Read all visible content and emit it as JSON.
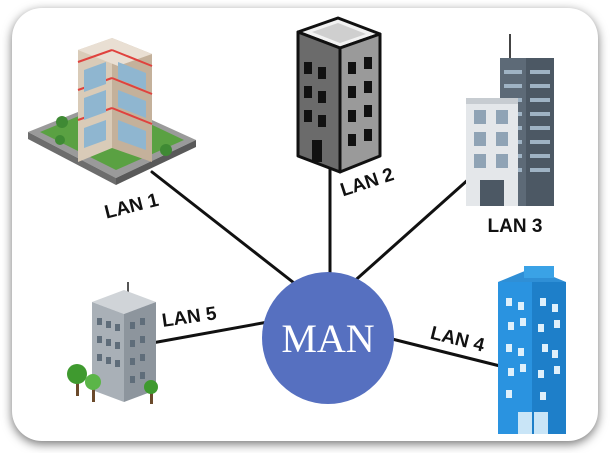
{
  "hub": {
    "label": "MAN",
    "color": "#5670c0"
  },
  "lans": [
    {
      "id": "lan1",
      "label": "LAN 1"
    },
    {
      "id": "lan2",
      "label": "LAN 2"
    },
    {
      "id": "lan3",
      "label": "LAN 3"
    },
    {
      "id": "lan4",
      "label": "LAN 4"
    },
    {
      "id": "lan5",
      "label": "LAN 5"
    }
  ],
  "connector_color": "#111111"
}
